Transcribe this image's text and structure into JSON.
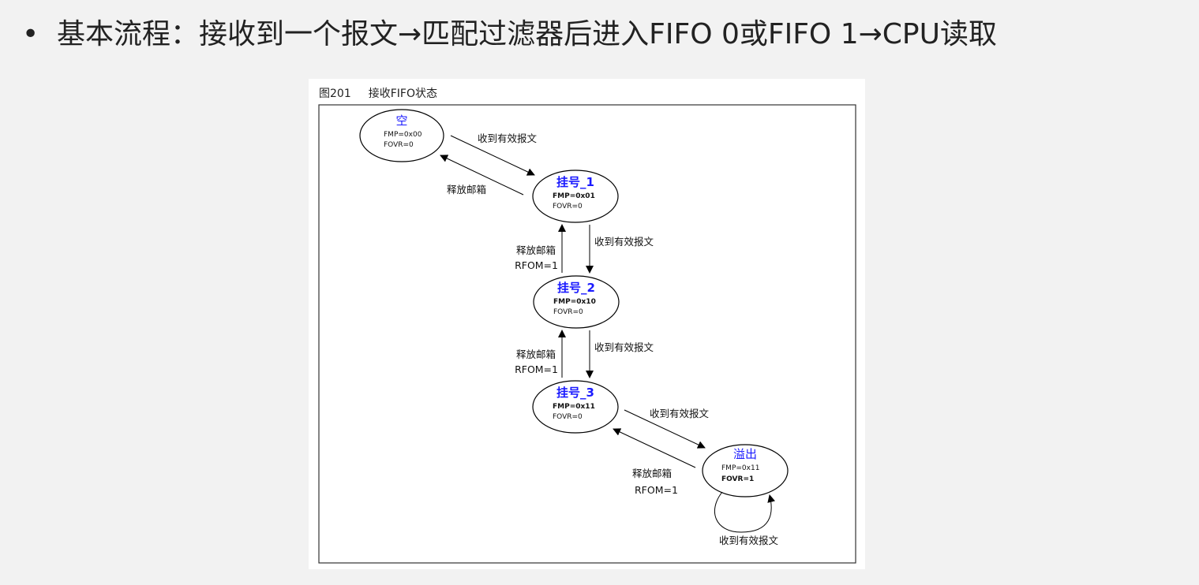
{
  "slide": {
    "bullet": "•",
    "text": "基本流程：接收到一个报文→匹配过滤器后进入FIFO 0或FIFO 1→CPU读取"
  },
  "figure": {
    "number": "图201",
    "title": "接收FIFO状态"
  },
  "states": [
    {
      "id": "empty",
      "name": "空",
      "fmp": "FMP=0x00",
      "fovr": "FOVR=0"
    },
    {
      "id": "pending1",
      "name": "挂号_1",
      "fmp": "FMP=0x01",
      "fovr": "FOVR=0"
    },
    {
      "id": "pending2",
      "name": "挂号_2",
      "fmp": "FMP=0x10",
      "fovr": "FOVR=0"
    },
    {
      "id": "pending3",
      "name": "挂号_3",
      "fmp": "FMP=0x11",
      "fovr": "FOVR=0"
    },
    {
      "id": "overflow",
      "name": "溢出",
      "fmp": "FMP=0x11",
      "fovr": "FOVR=1"
    }
  ],
  "edges": {
    "receive_label": "收到有效报文",
    "release_label": "释放邮箱",
    "rfom_label": "RFOM=1"
  }
}
